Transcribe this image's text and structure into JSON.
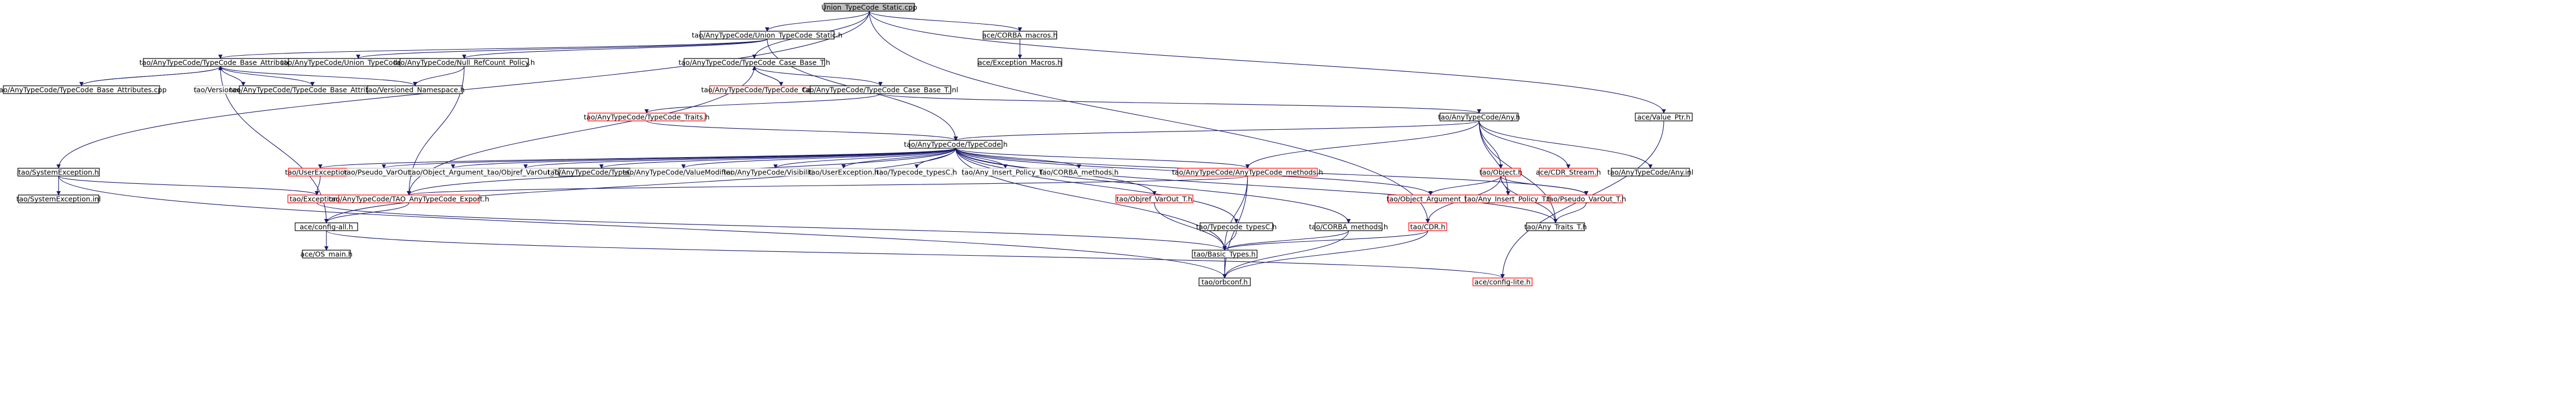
{
  "graph": {
    "nodes": [
      {
        "id": "root",
        "label": "Union_TypeCode_Static.cpp",
        "style": "root"
      },
      {
        "id": "uts_h",
        "label": "tao/AnyTypeCode/Union_TypeCode_Static.h",
        "style": "normal"
      },
      {
        "id": "corba_macros",
        "label": "ace/CORBA_macros.h",
        "style": "normal"
      },
      {
        "id": "exc_macros",
        "label": "ace/Exception_Macros.h",
        "style": "normal"
      },
      {
        "id": "tcb_attr_h",
        "label": "tao/AnyTypeCode/TypeCode_Base_Attributes.h",
        "style": "normal"
      },
      {
        "id": "uts_inl",
        "label": "tao/AnyTypeCode/Union_TypeCode_Static.inl",
        "style": "normal"
      },
      {
        "id": "null_rc",
        "label": "tao/AnyTypeCode/Null_RefCount_Policy.h",
        "style": "normal"
      },
      {
        "id": "tccb_t_h",
        "label": "tao/AnyTypeCode/TypeCode_Case_Base_T.h",
        "style": "normal"
      },
      {
        "id": "tcb_attr_cpp",
        "label": "tao/AnyTypeCode/TypeCode_Base_Attributes.cpp",
        "style": "normal"
      },
      {
        "id": "vns_gray",
        "label": "tao/Versioned_Namespace.h",
        "style": "gray"
      },
      {
        "id": "tcb_attr_inl",
        "label": "tao/AnyTypeCode/TypeCode_Base_Attributes.inl",
        "style": "normal"
      },
      {
        "id": "vns",
        "label": "tao/Versioned_Namespace.h",
        "style": "normal"
      },
      {
        "id": "tccb_t_cpp",
        "label": "tao/AnyTypeCode/TypeCode_Case_Base_T.cpp",
        "style": "red"
      },
      {
        "id": "tccb_t_inl",
        "label": "tao/AnyTypeCode/TypeCode_Case_Base_T.inl",
        "style": "normal"
      },
      {
        "id": "tc_traits",
        "label": "tao/AnyTypeCode/TypeCode_Traits.h",
        "style": "red"
      },
      {
        "id": "value_ptr",
        "label": "ace/Value_Ptr.h",
        "style": "normal"
      },
      {
        "id": "sysexc_h",
        "label": "tao/SystemException.h",
        "style": "normal"
      },
      {
        "id": "any_h",
        "label": "tao/AnyTypeCode/Any.h",
        "style": "normal"
      },
      {
        "id": "typecode_h",
        "label": "tao/AnyTypeCode/TypeCode.h",
        "style": "normal"
      },
      {
        "id": "userexc_h",
        "label": "tao/UserException.h",
        "style": "red"
      },
      {
        "id": "pseudo_varout_gray",
        "label": "tao/Pseudo_VarOut_T.h",
        "style": "gray"
      },
      {
        "id": "obj_arg_gray",
        "label": "tao/Object_Argument_T.h",
        "style": "gray"
      },
      {
        "id": "objref_varout_gray",
        "label": "tao/Objref_VarOut_T.h",
        "style": "gray"
      },
      {
        "id": "typecode_inl",
        "label": "tao/AnyTypeCode/TypeCode.inl",
        "style": "normal"
      },
      {
        "id": "valuemod",
        "label": "tao/AnyTypeCode/ValueModifierC.h",
        "style": "gray"
      },
      {
        "id": "visibility",
        "label": "tao/AnyTypeCode/VisibilityC.h",
        "style": "gray"
      },
      {
        "id": "userexc_gray",
        "label": "tao/UserException.h",
        "style": "gray"
      },
      {
        "id": "typecode_types_gray",
        "label": "tao/Typecode_typesC.h",
        "style": "gray"
      },
      {
        "id": "any_insert_gray",
        "label": "tao/Any_Insert_Policy_T.h",
        "style": "gray"
      },
      {
        "id": "corba_methods_gray",
        "label": "tao/CORBA_methods.h",
        "style": "gray"
      },
      {
        "id": "object_h",
        "label": "tao/Object.h",
        "style": "red"
      },
      {
        "id": "cdr_stream",
        "label": "ace/CDR_Stream.h",
        "style": "red"
      },
      {
        "id": "any_inl",
        "label": "tao/AnyTypeCode/Any.inl",
        "style": "normal"
      },
      {
        "id": "sysexc_inl",
        "label": "tao/SystemException.inl",
        "style": "normal"
      },
      {
        "id": "exception_h",
        "label": "tao/Exception.h",
        "style": "red"
      },
      {
        "id": "tao_export",
        "label": "tao/AnyTypeCode/TAO_AnyTypeCode_Export.h",
        "style": "red"
      },
      {
        "id": "any_tc_methods",
        "label": "tao/AnyTypeCode/AnyTypeCode_methods.h",
        "style": "red"
      },
      {
        "id": "obj_arg",
        "label": "tao/Object_Argument_T.h",
        "style": "red"
      },
      {
        "id": "any_insert",
        "label": "tao/Any_Insert_Policy_T.h",
        "style": "red"
      },
      {
        "id": "pseudo_varout",
        "label": "tao/Pseudo_VarOut_T.h",
        "style": "red"
      },
      {
        "id": "objref_varout",
        "label": "tao/Objref_VarOut_T.h",
        "style": "red"
      },
      {
        "id": "typecode_types",
        "label": "tao/Typecode_typesC.h",
        "style": "normal"
      },
      {
        "id": "corba_methods",
        "label": "tao/CORBA_methods.h",
        "style": "normal"
      },
      {
        "id": "cdr_h",
        "label": "tao/CDR.h",
        "style": "red"
      },
      {
        "id": "any_traits",
        "label": "tao/Any_Traits_T.h",
        "style": "normal"
      },
      {
        "id": "config_all",
        "label": "ace/config-all.h",
        "style": "normal"
      },
      {
        "id": "basic_types",
        "label": "tao/Basic_Types.h",
        "style": "normal"
      },
      {
        "id": "os_main",
        "label": "ace/OS_main.h",
        "style": "normal"
      },
      {
        "id": "orbconf",
        "label": "tao/orbconf.h",
        "style": "normal"
      },
      {
        "id": "config_lite",
        "label": "ace/config-lite.h",
        "style": "red"
      }
    ]
  },
  "colors": {
    "edge": "#191970",
    "red_border": "#ff0000",
    "gray_border": "#bfbfbf",
    "normal_border": "#000000",
    "root_fill": "#bfbfbf"
  }
}
